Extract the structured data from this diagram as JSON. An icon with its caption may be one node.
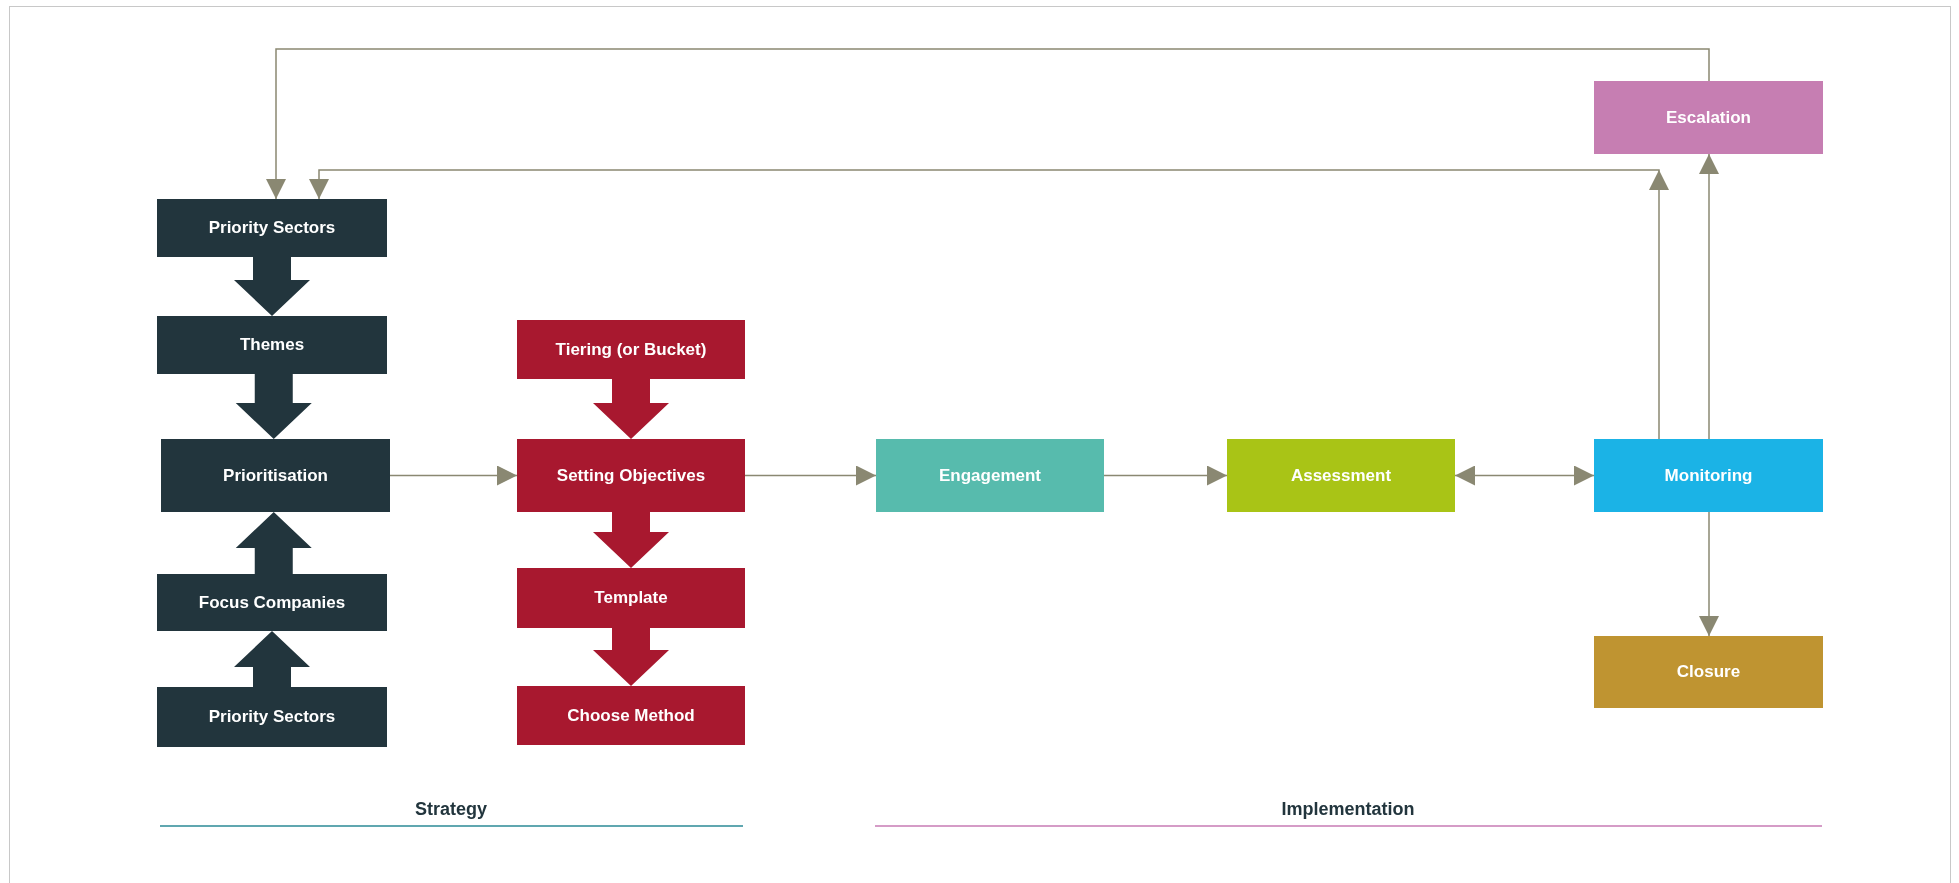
{
  "diagram": {
    "nodes": [
      {
        "text": [
          "Priority Sectors"
        ]
      },
      {
        "text": [
          "Themes"
        ]
      },
      {
        "text": [
          "Prioritisation"
        ]
      },
      {
        "text": [
          "Focus Companies"
        ]
      },
      {
        "text": [
          "Priority Sectors"
        ]
      },
      {
        "text": [
          "Tiering (or Bucket)"
        ]
      },
      {
        "text": [
          "Setting Objectives"
        ]
      },
      {
        "text": [
          "Template"
        ]
      },
      {
        "text": [
          "Choose Method"
        ]
      },
      {
        "text": [
          "Engagement"
        ]
      },
      {
        "text": [
          "Assessment"
        ]
      },
      {
        "text": [
          "Monitoring"
        ]
      },
      {
        "text": [
          "Escalation"
        ]
      },
      {
        "text": [
          "Closure"
        ]
      }
    ],
    "edges": [
      {
        "from": 0,
        "to": 1,
        "arrow": "to",
        "style": "thick",
        "color": "#22353d"
      },
      {
        "from": 1,
        "to": 2,
        "arrow": "to",
        "style": "thick",
        "color": "#22353d"
      },
      {
        "from": 3,
        "to": 2,
        "arrow": "to",
        "style": "thick",
        "color": "#22353d"
      },
      {
        "from": 4,
        "to": 3,
        "arrow": "to",
        "style": "thick",
        "color": "#22353d"
      },
      {
        "from": 5,
        "to": 6,
        "arrow": "to",
        "style": "thick",
        "color": "#a8182f"
      },
      {
        "from": 6,
        "to": 7,
        "arrow": "to",
        "style": "thick",
        "color": "#a8182f"
      },
      {
        "from": 7,
        "to": 8,
        "arrow": "to",
        "style": "thick",
        "color": "#a8182f"
      },
      {
        "from": 2,
        "to": 6,
        "arrow": "to"
      },
      {
        "from": 6,
        "to": 9,
        "arrow": "to"
      },
      {
        "from": 9,
        "to": 10,
        "arrow": "to"
      },
      {
        "from": 10,
        "to": 11,
        "arrow": "both"
      },
      {
        "from": 11,
        "to": 0,
        "arrow": "to"
      },
      {
        "from": 11,
        "to": 12,
        "arrow": "to"
      },
      {
        "from": 12,
        "to": 0,
        "arrow": "to"
      },
      {
        "from": 11,
        "to": 13,
        "arrow": "to"
      }
    ],
    "labels": [
      "Strategy",
      "Implementation"
    ]
  }
}
